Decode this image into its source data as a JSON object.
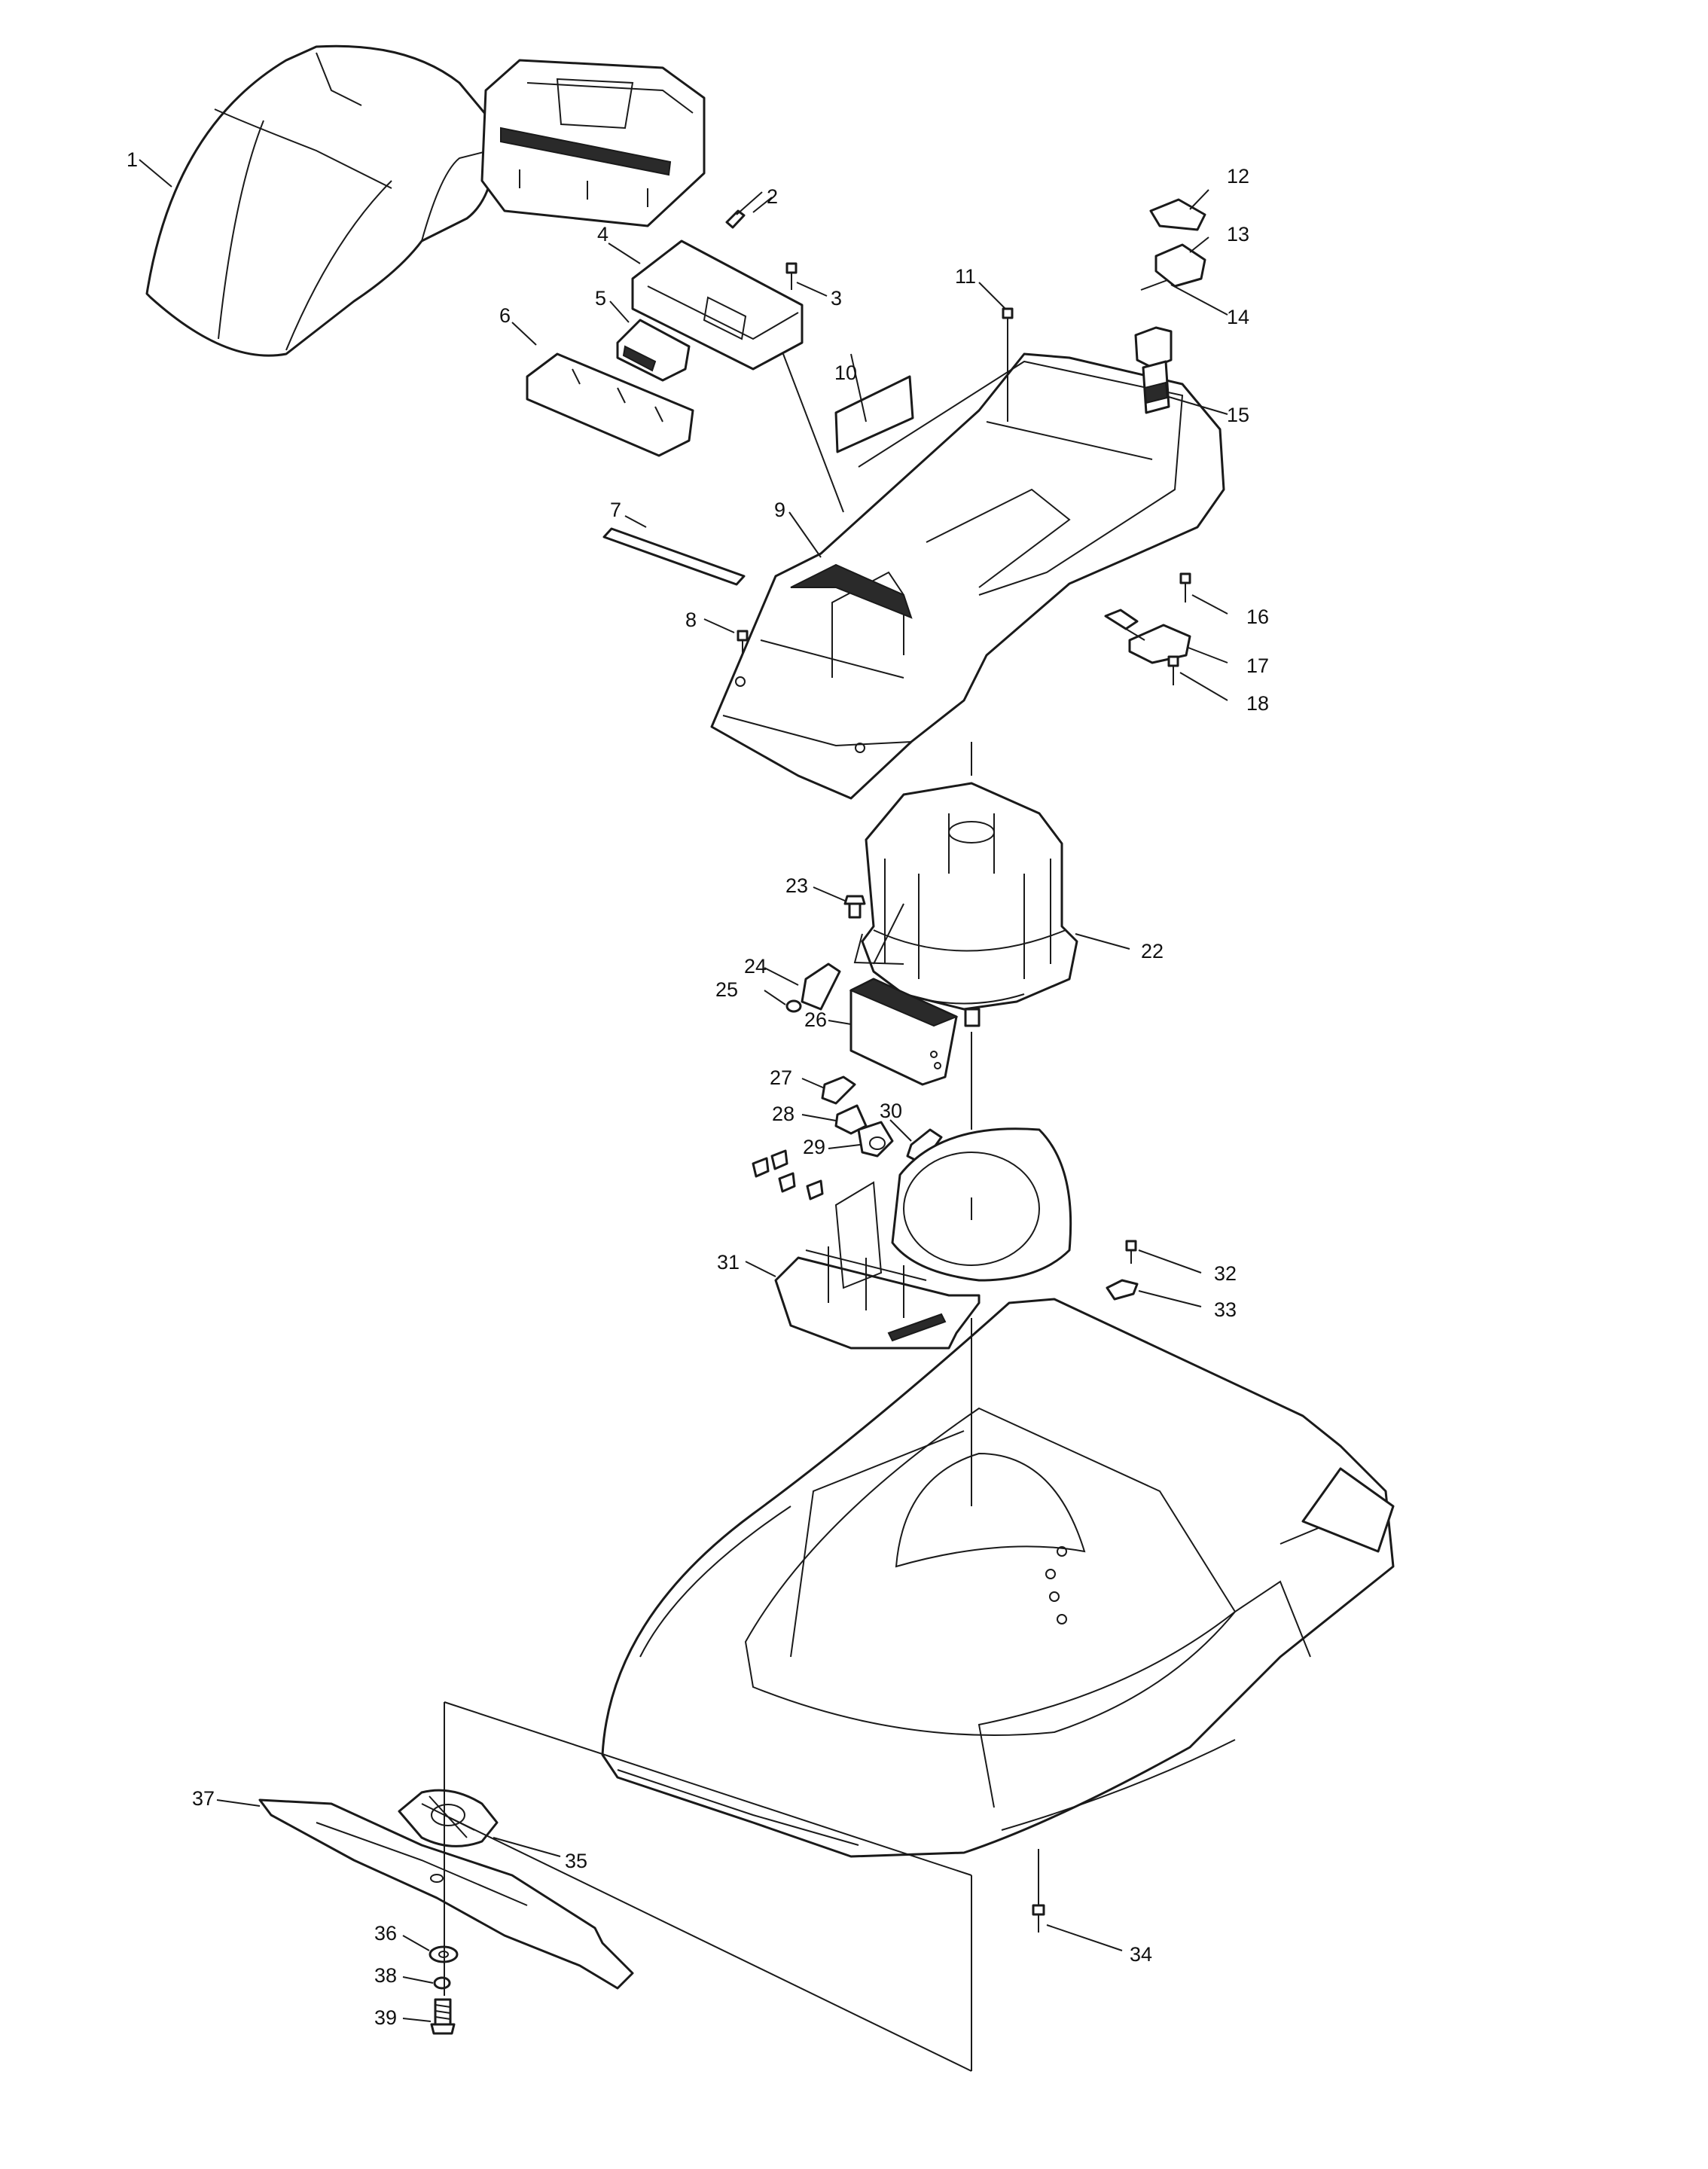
{
  "diagram": {
    "callouts": [
      {
        "id": "c1",
        "label": "1"
      },
      {
        "id": "c2",
        "label": "2"
      },
      {
        "id": "c3",
        "label": "3"
      },
      {
        "id": "c4",
        "label": "4"
      },
      {
        "id": "c5",
        "label": "5"
      },
      {
        "id": "c6",
        "label": "6"
      },
      {
        "id": "c7",
        "label": "7"
      },
      {
        "id": "c8",
        "label": "8"
      },
      {
        "id": "c9",
        "label": "9"
      },
      {
        "id": "c10",
        "label": "10"
      },
      {
        "id": "c11",
        "label": "11"
      },
      {
        "id": "c12",
        "label": "12"
      },
      {
        "id": "c13",
        "label": "13"
      },
      {
        "id": "c14",
        "label": "14"
      },
      {
        "id": "c15",
        "label": "15"
      },
      {
        "id": "c16",
        "label": "16"
      },
      {
        "id": "c17",
        "label": "17"
      },
      {
        "id": "c18",
        "label": "18"
      },
      {
        "id": "c22",
        "label": "22"
      },
      {
        "id": "c23",
        "label": "23"
      },
      {
        "id": "c24",
        "label": "24"
      },
      {
        "id": "c25",
        "label": "25"
      },
      {
        "id": "c26",
        "label": "26"
      },
      {
        "id": "c27",
        "label": "27"
      },
      {
        "id": "c28",
        "label": "28"
      },
      {
        "id": "c29",
        "label": "29"
      },
      {
        "id": "c30",
        "label": "30"
      },
      {
        "id": "c31",
        "label": "31"
      },
      {
        "id": "c32",
        "label": "32"
      },
      {
        "id": "c33",
        "label": "33"
      },
      {
        "id": "c34",
        "label": "34"
      },
      {
        "id": "c35",
        "label": "35"
      },
      {
        "id": "c36",
        "label": "36"
      },
      {
        "id": "c37",
        "label": "37"
      },
      {
        "id": "c38",
        "label": "38"
      },
      {
        "id": "c39",
        "label": "39"
      }
    ]
  }
}
